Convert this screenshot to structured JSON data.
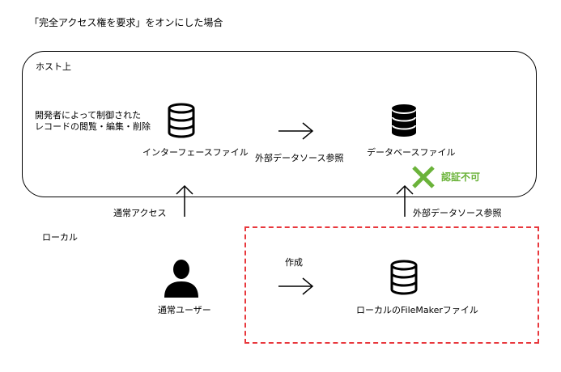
{
  "title": "「完全アクセス権を要求」をオンにした場合",
  "host": {
    "label": "ホスト上",
    "description_line1": "開発者によって制御された",
    "description_line2": "レコードの閲覧・編集・削除",
    "interface_file_label": "インターフェースファイル",
    "external_ref_label": "外部データソース参照",
    "database_file_label": "データベースファイル",
    "auth_fail_label": "認証不可"
  },
  "connections": {
    "normal_access_label": "通常アクセス",
    "external_ref_label": "外部データソース参照"
  },
  "local": {
    "label": "ローカル",
    "user_label": "通常ユーザー",
    "create_label": "作成",
    "local_file_label": "ローカルのFileMakerファイル"
  },
  "colors": {
    "local_border": "#e8383d",
    "auth_fail": "#6bb33a",
    "database_fill": "#000000"
  },
  "icons": {
    "interface_file": "database-outline-icon",
    "database_file": "database-filled-icon",
    "local_file": "database-outline-icon",
    "user": "user-silhouette-icon",
    "auth_fail_mark": "cross-icon"
  }
}
